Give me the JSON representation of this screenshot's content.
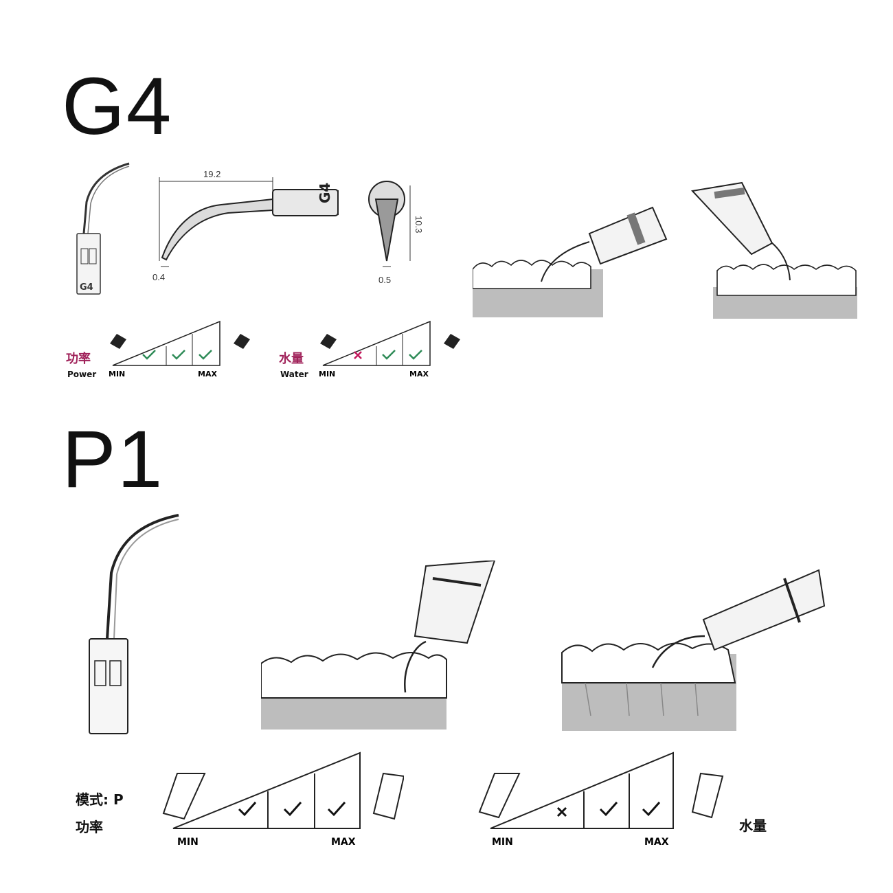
{
  "g4": {
    "title": "G4",
    "tip_label": "G4",
    "dims": {
      "length": "19.2",
      "tip_width": "0.4",
      "tip_width_front": "0.5",
      "height": "10.3"
    },
    "power": {
      "label_cn": "功率",
      "label_en": "Power",
      "min": "MIN",
      "max": "MAX",
      "levels": [
        "check",
        "check",
        "check"
      ]
    },
    "water": {
      "label_cn": "水量",
      "label_en": "Water",
      "min": "MIN",
      "max": "MAX",
      "levels": [
        "cross",
        "check",
        "check"
      ]
    }
  },
  "p1": {
    "title": "P1",
    "mode_label": "模式: P",
    "power": {
      "label_cn": "功率",
      "min": "MIN",
      "max": "MAX",
      "levels": [
        "check",
        "check",
        "check"
      ]
    },
    "water": {
      "label_cn": "水量",
      "min": "MIN",
      "max": "MAX",
      "levels": [
        "cross",
        "check",
        "check"
      ]
    }
  },
  "colors": {
    "check": "#2e8b57",
    "cross": "#c2185b",
    "label_cn": "#a0225a",
    "mark_dark": "#111111",
    "gum": "#bdbdbd"
  }
}
